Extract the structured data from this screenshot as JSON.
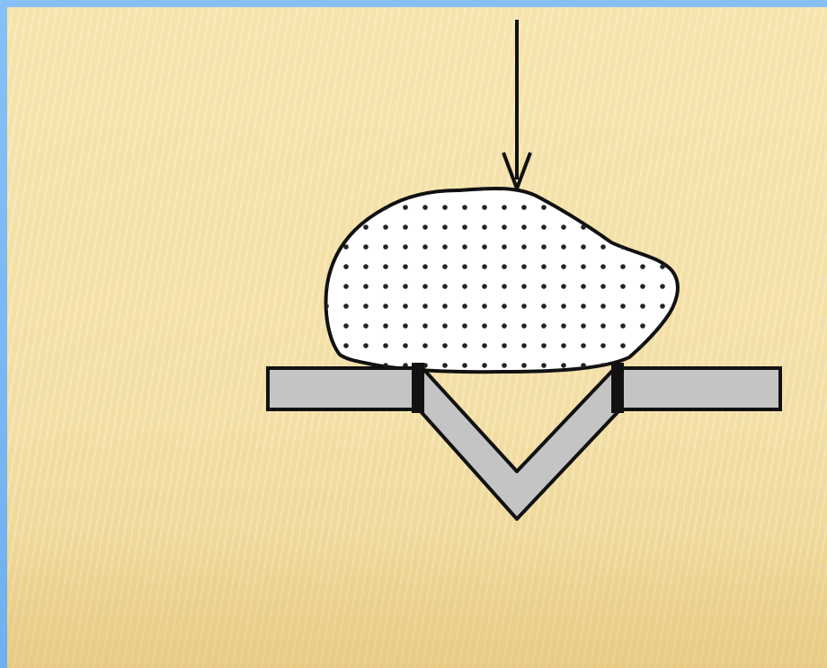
{
  "colors": {
    "frame_blue": "#7db9f5",
    "background_cream": "#f5e2aa",
    "plate_gray": "#c4c4c4",
    "outline_black": "#111111",
    "particle_fill": "#ffffff",
    "dot_color": "#222222"
  },
  "diagram": {
    "elements": [
      "downward-force-arrow",
      "stippled-particle",
      "left-flat-plate",
      "v-notch-plate",
      "right-flat-plate"
    ]
  }
}
